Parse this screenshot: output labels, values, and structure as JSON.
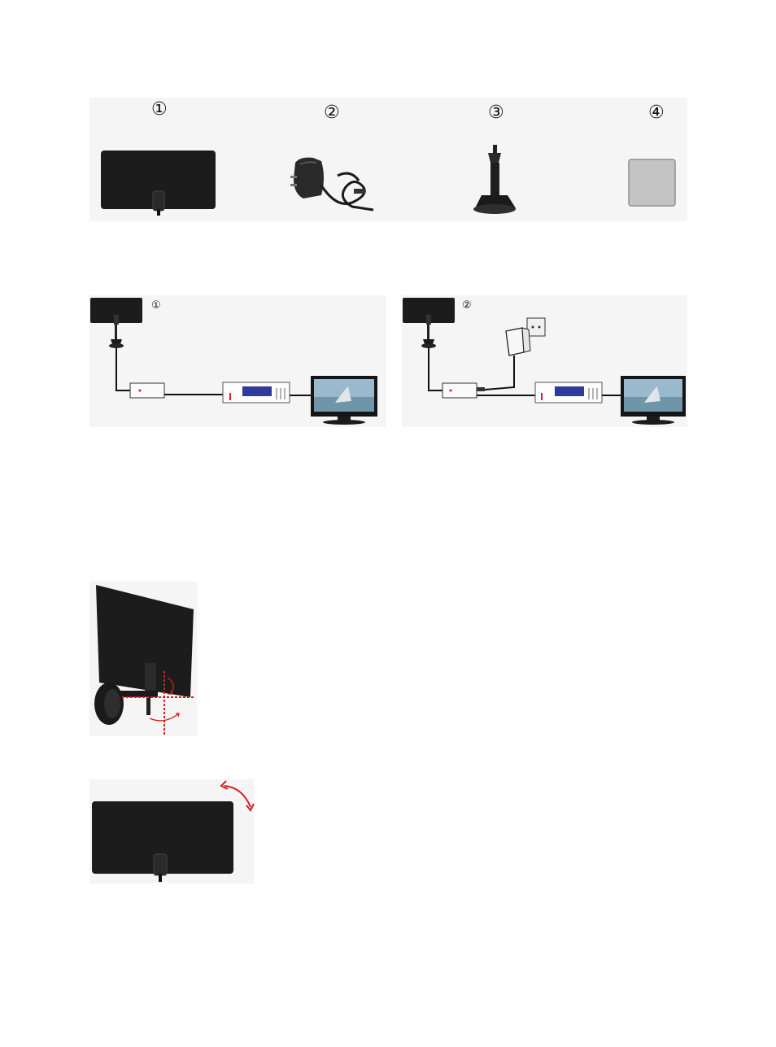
{
  "parts": {
    "labels": [
      "①",
      "②",
      "③",
      "④"
    ],
    "items": [
      {
        "icon": "flat-antenna-icon"
      },
      {
        "icon": "power-adapter-icon"
      },
      {
        "icon": "suction-cup-stand-icon"
      },
      {
        "icon": "adhesive-pad-icon"
      }
    ]
  },
  "connections": {
    "diagram1_label": "①",
    "diagram2_label": "②"
  },
  "colors": {
    "antenna": "#1c1c1c",
    "panel_bg": "#f5f5f5",
    "pad": "#c4c4c4",
    "receiver_display": "#2f3a9a",
    "indicator_red": "#d42020"
  }
}
